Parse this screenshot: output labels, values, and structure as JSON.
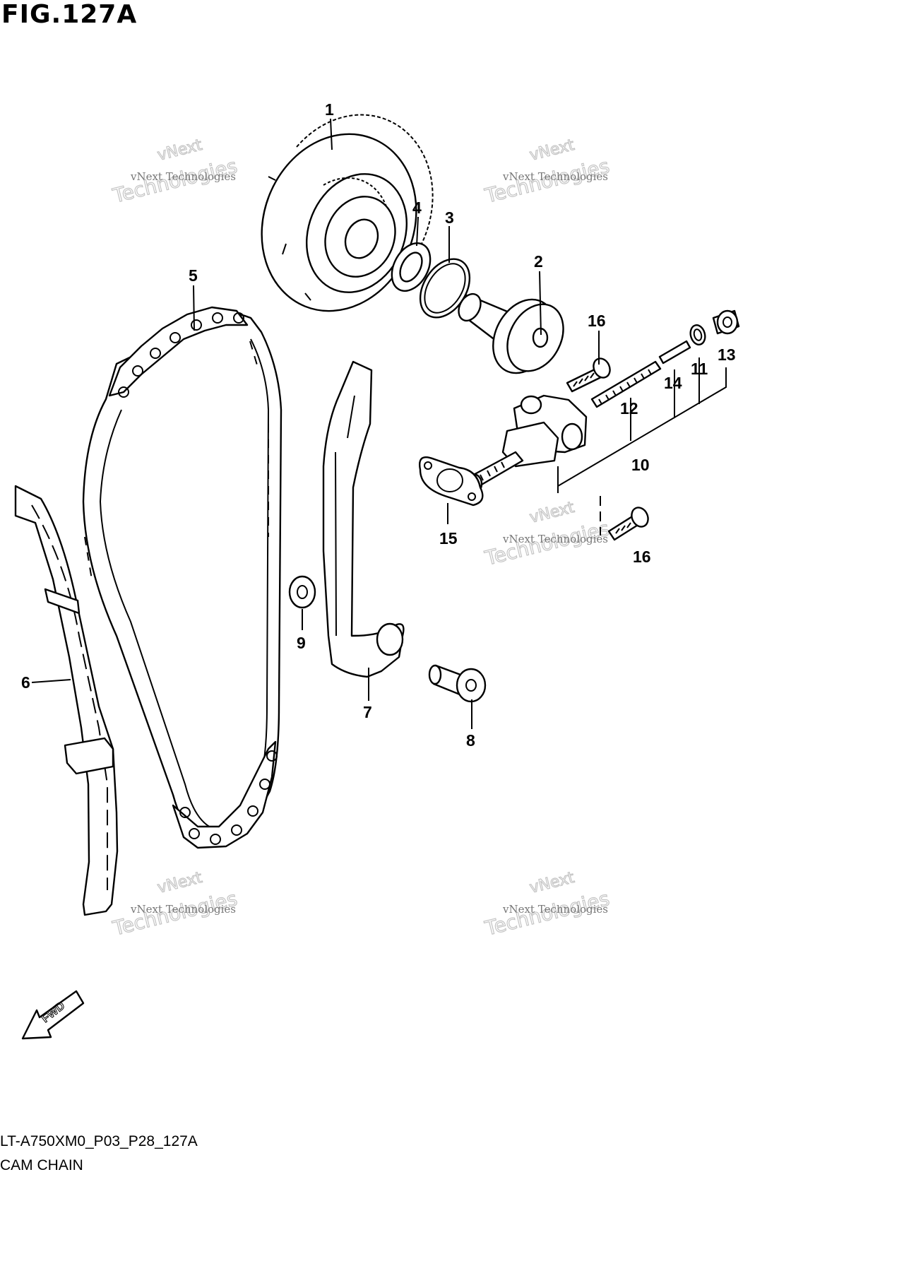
{
  "figure": {
    "title": "FIG.127A",
    "code": "LT-A750XM0_P03_P28_127A",
    "caption": "CAM CHAIN"
  },
  "callouts": [
    {
      "id": "c1",
      "text": "1"
    },
    {
      "id": "c2",
      "text": "2"
    },
    {
      "id": "c3",
      "text": "3"
    },
    {
      "id": "c4",
      "text": "4"
    },
    {
      "id": "c5",
      "text": "5"
    },
    {
      "id": "c6",
      "text": "6"
    },
    {
      "id": "c7",
      "text": "7"
    },
    {
      "id": "c8",
      "text": "8"
    },
    {
      "id": "c9",
      "text": "9"
    },
    {
      "id": "c10",
      "text": "10"
    },
    {
      "id": "c11",
      "text": "11"
    },
    {
      "id": "c12",
      "text": "12"
    },
    {
      "id": "c13",
      "text": "13"
    },
    {
      "id": "c14",
      "text": "14"
    },
    {
      "id": "c15",
      "text": "15"
    },
    {
      "id": "c16a",
      "text": "16"
    },
    {
      "id": "c16b",
      "text": "16"
    }
  ],
  "fwd_label": "FWD",
  "watermark": {
    "line": "vNext Technologies",
    "big": "Technologies",
    "small": "vNext"
  }
}
